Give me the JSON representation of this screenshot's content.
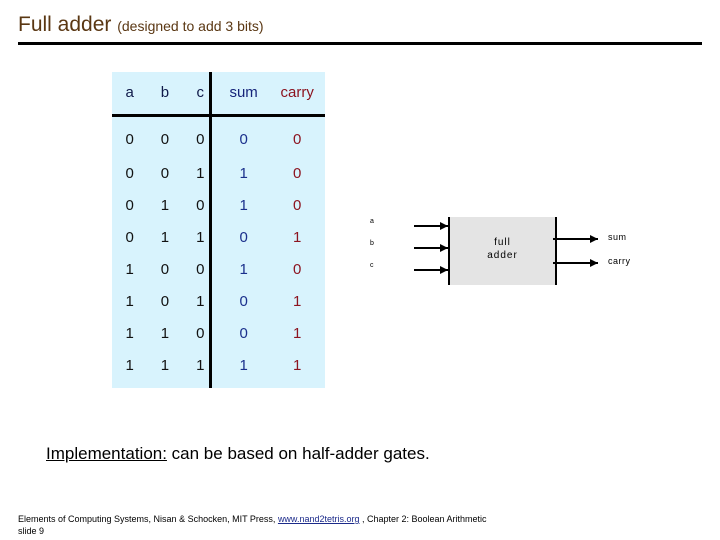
{
  "title": {
    "main": "Full adder ",
    "sub": "(designed to add 3 bits)"
  },
  "truth_table": {
    "headers": [
      "a",
      "b",
      "c",
      "sum",
      "carry"
    ],
    "rows": [
      [
        "0",
        "0",
        "0",
        "0",
        "0"
      ],
      [
        "0",
        "0",
        "1",
        "1",
        "0"
      ],
      [
        "0",
        "1",
        "0",
        "1",
        "0"
      ],
      [
        "0",
        "1",
        "1",
        "0",
        "1"
      ],
      [
        "1",
        "0",
        "0",
        "1",
        "0"
      ],
      [
        "1",
        "0",
        "1",
        "0",
        "1"
      ],
      [
        "1",
        "1",
        "0",
        "0",
        "1"
      ],
      [
        "1",
        "1",
        "1",
        "1",
        "1"
      ]
    ],
    "colors": {
      "background": "#d8f3fd",
      "abc": "#111111",
      "sum": "#1a2f8c",
      "carry": "#8c1420"
    }
  },
  "diagram": {
    "box_label_line1": "full",
    "box_label_line2": "adder",
    "inputs": [
      "a",
      "b",
      "c"
    ],
    "outputs": [
      "sum",
      "carry"
    ],
    "box_fill": "#e4e4e4"
  },
  "implementation": {
    "underlined": "Implementation:",
    "rest": " can be based on half-adder gates."
  },
  "footer": {
    "pre_link": "Elements of Computing Systems, Nisan & Schocken, MIT Press, ",
    "link": "www.nand2tetris.org",
    "post_link": " , Chapter 2: Boolean Arithmetic",
    "slide": "slide 9"
  }
}
